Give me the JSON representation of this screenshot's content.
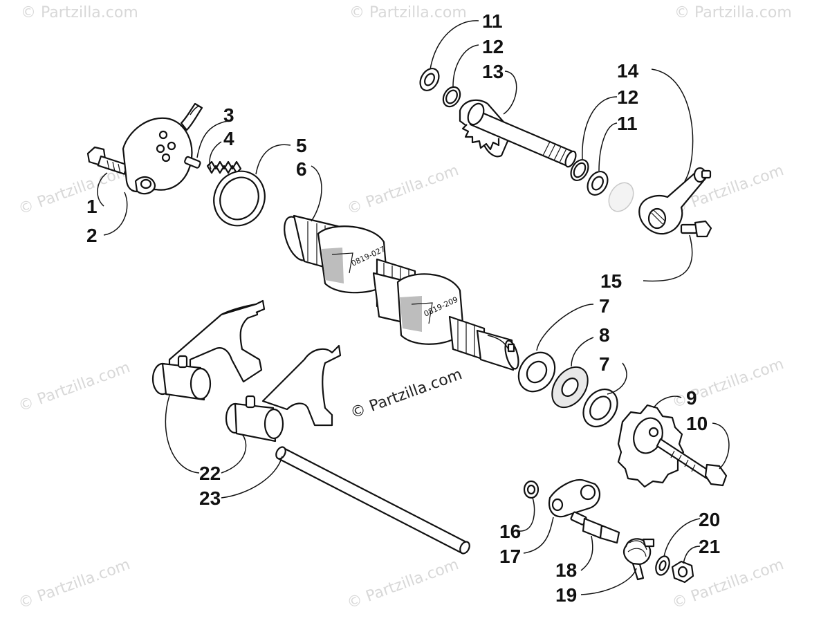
{
  "watermarks": {
    "corner": "© Partzilla.com",
    "center": "© Partzilla.com"
  },
  "callouts": [
    {
      "id": "c1",
      "text": "1"
    },
    {
      "id": "c2",
      "text": "2"
    },
    {
      "id": "c3",
      "text": "3"
    },
    {
      "id": "c4",
      "text": "4"
    },
    {
      "id": "c5",
      "text": "5"
    },
    {
      "id": "c6",
      "text": "6"
    },
    {
      "id": "c7a",
      "text": "7"
    },
    {
      "id": "c7b",
      "text": "7"
    },
    {
      "id": "c8",
      "text": "8"
    },
    {
      "id": "c9",
      "text": "9"
    },
    {
      "id": "c10",
      "text": "10"
    },
    {
      "id": "c11a",
      "text": "11"
    },
    {
      "id": "c11b",
      "text": "11"
    },
    {
      "id": "c12a",
      "text": "12"
    },
    {
      "id": "c12b",
      "text": "12"
    },
    {
      "id": "c13",
      "text": "13"
    },
    {
      "id": "c14",
      "text": "14"
    },
    {
      "id": "c15",
      "text": "15"
    },
    {
      "id": "c16",
      "text": "16"
    },
    {
      "id": "c17",
      "text": "17"
    },
    {
      "id": "c18",
      "text": "18"
    },
    {
      "id": "c19",
      "text": "19"
    },
    {
      "id": "c20",
      "text": "20"
    },
    {
      "id": "c21",
      "text": "21"
    },
    {
      "id": "c22",
      "text": "22"
    },
    {
      "id": "c23",
      "text": "23"
    }
  ],
  "drum_marks": [
    "0819-027",
    "0819-209"
  ],
  "colors": {
    "line": "#111111",
    "watermark": "#d8d8d8"
  }
}
